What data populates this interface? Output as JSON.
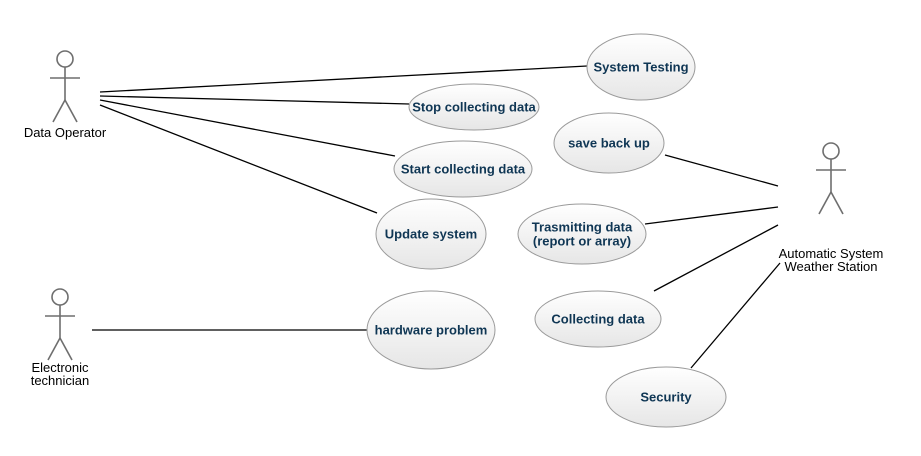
{
  "colors": {
    "background": "#ffffff",
    "usecase_fill_top": "#ffffff",
    "usecase_fill_bottom": "#e6e6e6",
    "usecase_text": "#0f3654",
    "actor_stroke": "#6e6e6e",
    "line": "#000000"
  },
  "actors": [
    {
      "id": "data-operator",
      "label": [
        "Data Operator"
      ]
    },
    {
      "id": "electronic-technician",
      "label": [
        "Electronic",
        "technician"
      ]
    },
    {
      "id": "weather-station",
      "label": [
        "Automatic System",
        "Weather Station"
      ]
    }
  ],
  "use_cases": [
    {
      "id": "system-testing",
      "label": [
        "System Testing"
      ]
    },
    {
      "id": "stop-collecting-data",
      "label": [
        "Stop collecting data"
      ]
    },
    {
      "id": "save-back-up",
      "label": [
        "save back up"
      ]
    },
    {
      "id": "start-collecting-data",
      "label": [
        "Start collecting data"
      ]
    },
    {
      "id": "update-system",
      "label": [
        "Update system"
      ]
    },
    {
      "id": "transmitting-data",
      "label": [
        "Trasmitting data",
        "(report or array)"
      ]
    },
    {
      "id": "collecting-data",
      "label": [
        "Collecting data"
      ]
    },
    {
      "id": "hardware-problem",
      "label": [
        "hardware problem"
      ]
    },
    {
      "id": "security",
      "label": [
        "Security"
      ]
    }
  ],
  "associations": [
    {
      "from": "data-operator",
      "to": "system-testing"
    },
    {
      "from": "data-operator",
      "to": "stop-collecting-data"
    },
    {
      "from": "data-operator",
      "to": "start-collecting-data"
    },
    {
      "from": "data-operator",
      "to": "update-system"
    },
    {
      "from": "electronic-technician",
      "to": "hardware-problem"
    },
    {
      "from": "weather-station",
      "to": "save-back-up"
    },
    {
      "from": "weather-station",
      "to": "transmitting-data"
    },
    {
      "from": "weather-station",
      "to": "collecting-data"
    },
    {
      "from": "weather-station",
      "to": "security"
    }
  ]
}
